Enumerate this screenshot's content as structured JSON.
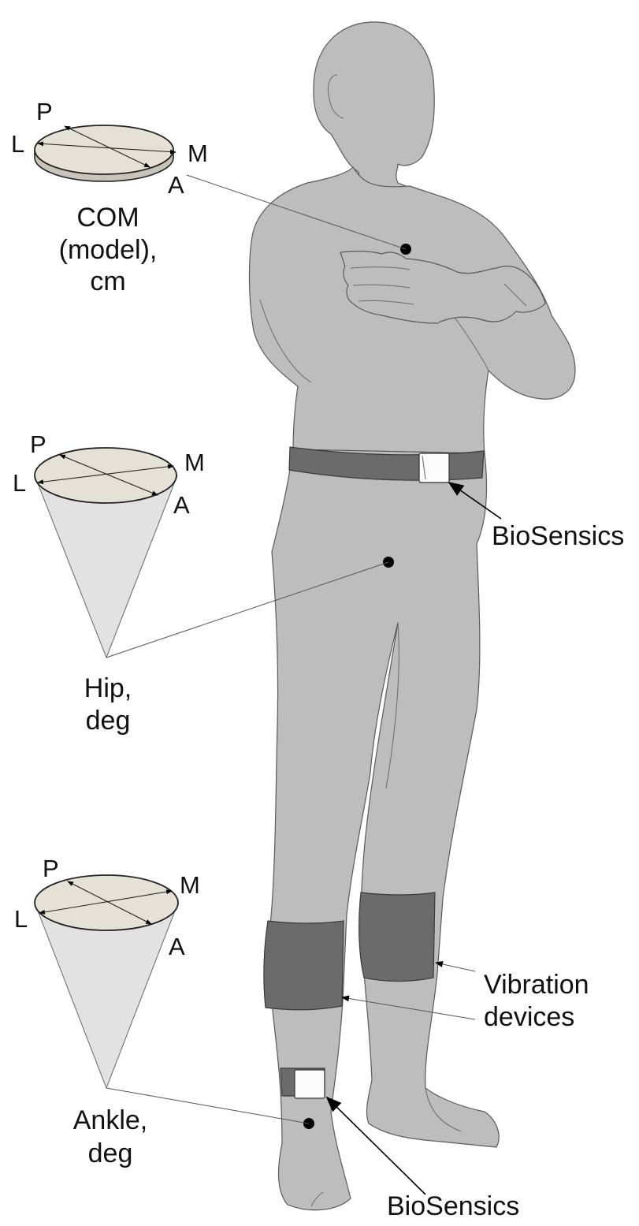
{
  "labels": {
    "com": [
      "COM",
      "(model),",
      "cm"
    ],
    "hip": [
      "Hip,",
      "deg"
    ],
    "ankle": [
      "Ankle,",
      "deg"
    ],
    "biosensics_waist": "BioSensics",
    "biosensics_ankle": "BioSensics",
    "vibration": [
      "Vibration",
      "devices"
    ]
  },
  "axes": {
    "com": {
      "p": "P",
      "l": "L",
      "m": "M",
      "a": "A"
    },
    "hip": {
      "p": "P",
      "l": "L",
      "m": "M",
      "a": "A"
    },
    "ankle": {
      "p": "P",
      "l": "L",
      "m": "M",
      "a": "A"
    }
  },
  "colors": {
    "body": "#bdbdbd",
    "strap": "#6b6b6b",
    "disc": "#e6e1d6",
    "cone": "#e2e2e2"
  }
}
